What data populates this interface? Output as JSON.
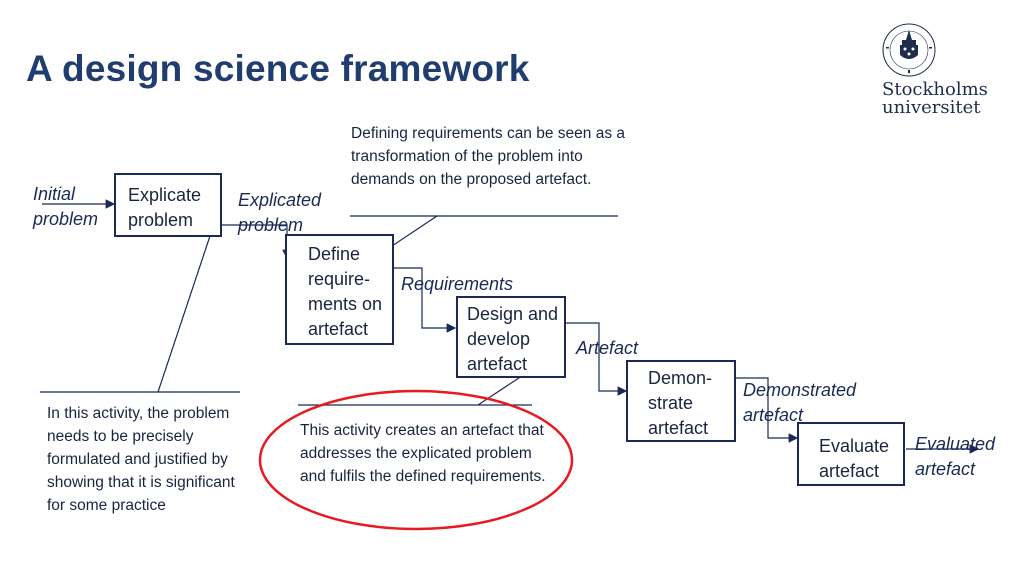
{
  "slide": {
    "title": "A design science framework"
  },
  "logo": {
    "seal_text": "STOCKHOLMS UNIVERSITET",
    "name_line1": "Stockholms",
    "name_line2": "universitet"
  },
  "boxes": {
    "explicate": "Explicate problem",
    "define": "Define require-ments on artefact",
    "design": "Design and develop artefact",
    "demonstrate": "Demon-strate artefact",
    "evaluate": "Evaluate artefact"
  },
  "labels": {
    "initial": "Initial problem",
    "explicated": "Explicated problem",
    "requirements": "Requirements",
    "artefact": "Artefact",
    "demonstrated": "Demonstrated artefact",
    "evaluated": "Evaluated artefact"
  },
  "notes": {
    "define_note": "Defining requirements can be seen as a transformation of the problem into demands on the proposed artefact.",
    "explicate_note": "In this activity, the problem needs to be precisely formulated and justified by showing that it is significant for some practice",
    "design_note": "This activity creates an artefact that addresses the explicated problem and fulfils the defined requirements."
  },
  "colors": {
    "title": "#1f3d6e",
    "box_border": "#1a2a55",
    "highlight_circle": "#e8191f"
  }
}
